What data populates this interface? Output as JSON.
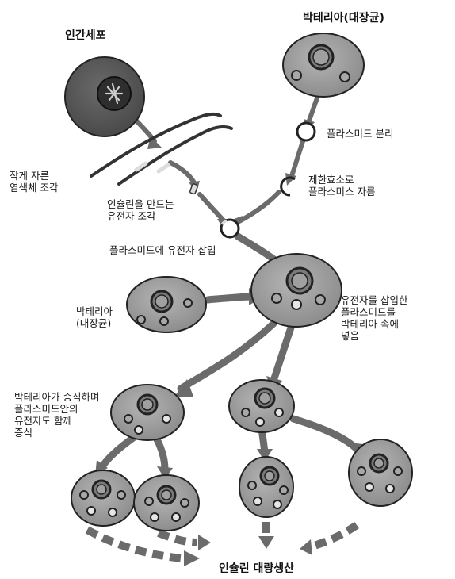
{
  "titles": {
    "human_cell": "인간세포",
    "bacteria_title": "박테리아(대장균)",
    "result": "인슐린 대량생산"
  },
  "labels": {
    "plasmid_isolation": "플라스미드 분리",
    "restriction_cut": "제한효소로\n플라스미스 자름",
    "cut_chromosome": "작게 자른\n염색체 조각",
    "insulin_gene": "인슐린을 만드는\n유전자 조각",
    "insert_gene": "플라스미드에 유전자 삽입",
    "bacteria_host": "박테리아\n(대장균)",
    "recombinant_into_bacteria": "유전자를 삽입한\n플라스미드를\n박테리아 속에\n넣음",
    "proliferation": "박테리아가 증식하며\n플라스미드안의\n유전자도 함께\n증식"
  },
  "colors": {
    "cell_outer": "#585858",
    "cell_nucleus": "#2e2e2e",
    "bacteria_fill": "#9a9a9a",
    "arrow": "#6b6b6b",
    "outline": "#222222"
  }
}
